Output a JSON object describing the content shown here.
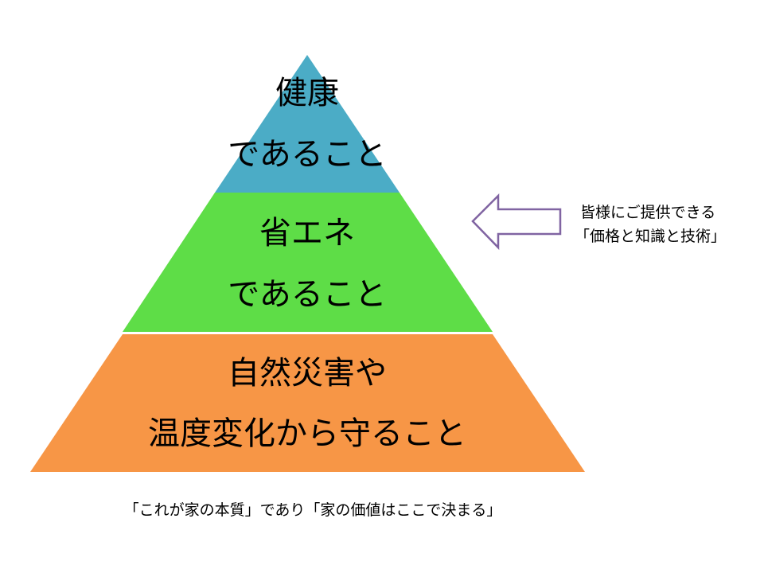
{
  "pyramid": {
    "tiers": [
      {
        "id": "top",
        "lines": [
          "健康",
          "であること"
        ],
        "color": "#4BACC6"
      },
      {
        "id": "middle",
        "lines": [
          "省エネ",
          "であること"
        ],
        "color": "#5EDD47"
      },
      {
        "id": "bottom",
        "lines": [
          "自然災害や",
          "温度変化から守ること"
        ],
        "color": "#F79646"
      }
    ]
  },
  "annotation": {
    "arrow_icon": "left-arrow-outline-icon",
    "arrow_color": "#8064A2",
    "lines": [
      "皆様にご提供できる",
      "「価格と知識と技術」"
    ]
  },
  "caption": "「これが家の本質」であり「家の価値はここで決まる」"
}
